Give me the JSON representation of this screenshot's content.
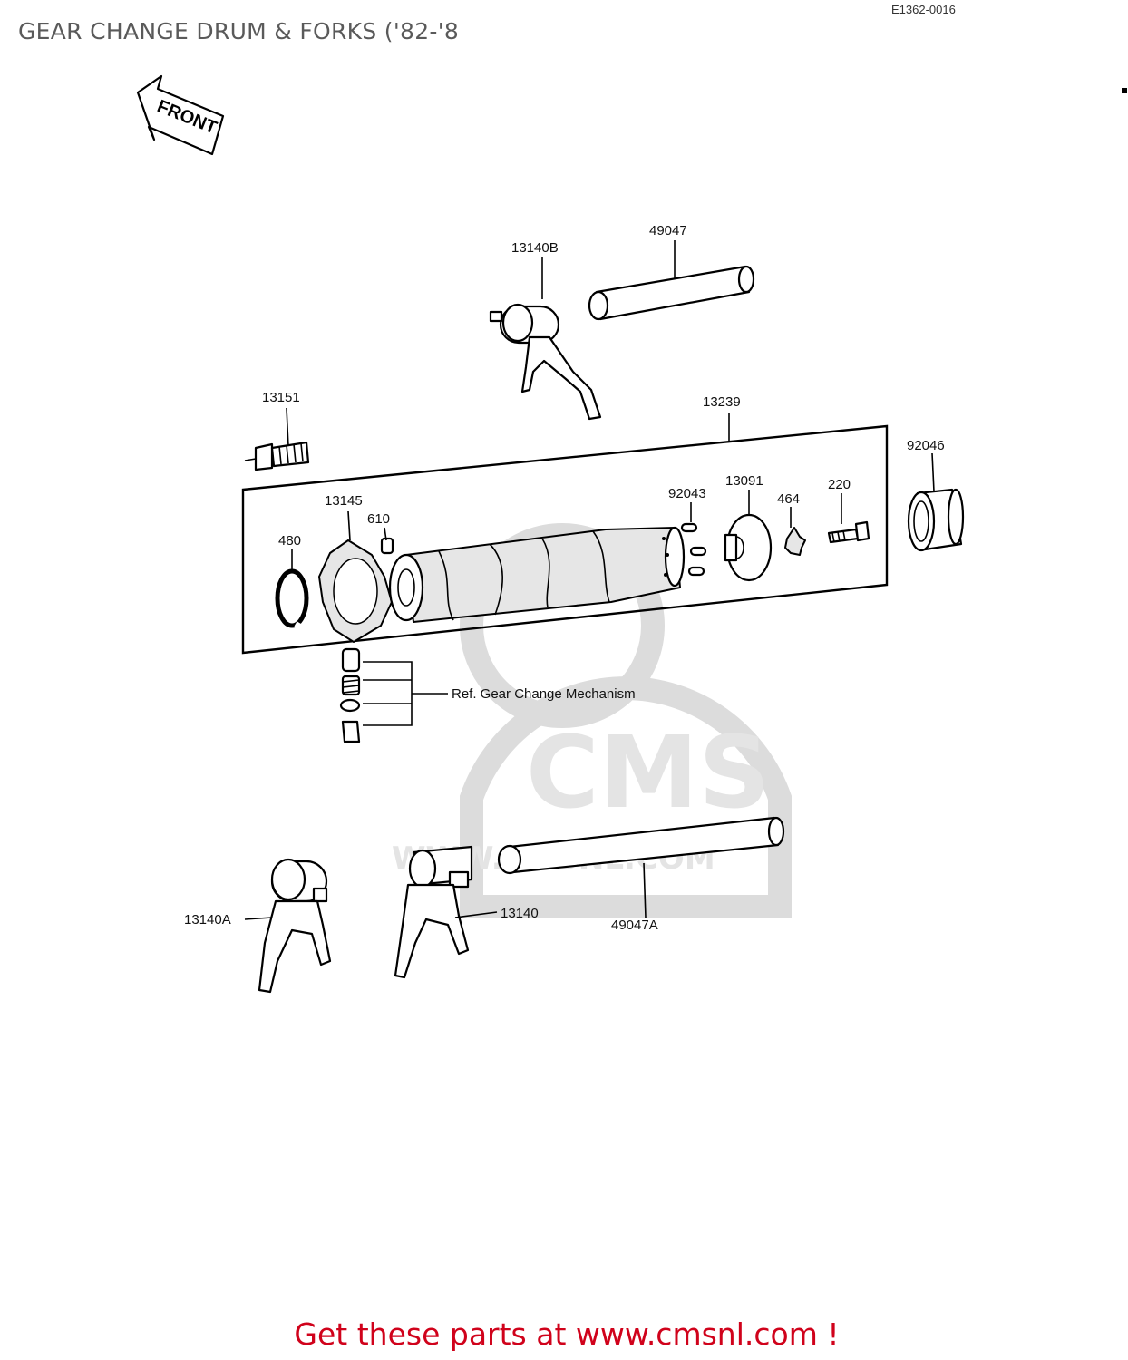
{
  "title": "GEAR CHANGE DRUM & FORKS ('82-'8",
  "diagram_code": "E1362-0016",
  "front_arrow_label": "FRONT",
  "footer": "Get these parts at www.cmsnl.com !",
  "watermark": {
    "brand": "CMS",
    "url": "WWW.CMSNL.COM"
  },
  "ref_note": "Ref. Gear Change Mechanism",
  "parts": {
    "p13140B": "13140B",
    "p49047": "49047",
    "p13151": "13151",
    "p13239": "13239",
    "p92046": "92046",
    "p13145": "13145",
    "p610": "610",
    "p480": "480",
    "p92043": "92043",
    "p13091": "13091",
    "p464": "464",
    "p220": "220",
    "p13140A": "13140A",
    "p13140": "13140",
    "p49047A": "49047A"
  }
}
